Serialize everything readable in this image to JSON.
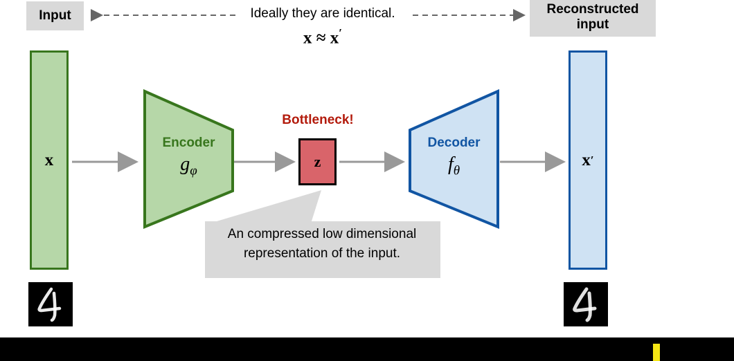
{
  "header": {
    "input_label": "Input",
    "reconstructed_label": "Reconstructed input",
    "ideal_text": "Ideally they are identical.",
    "formula_x": "x",
    "formula_approx": "≈",
    "formula_xprime": "x",
    "formula_prime_mark": "′"
  },
  "pipeline": {
    "input_bar": {
      "symbol": "x",
      "fill_color": "#b6d7a8",
      "border_color": "#38761d"
    },
    "output_bar": {
      "symbol": "x",
      "prime_mark": "′",
      "fill_color": "#cfe2f3",
      "border_color": "#1155a3"
    },
    "encoder": {
      "name": "Encoder",
      "symbol": "g",
      "subscript": "φ",
      "fill_color": "#b6d7a8",
      "border_color": "#38761d",
      "text_color": "#38761d"
    },
    "decoder": {
      "name": "Decoder",
      "symbol": "f",
      "subscript": "θ",
      "fill_color": "#cfe2f3",
      "border_color": "#1155a3",
      "text_color": "#1155a3"
    },
    "bottleneck": {
      "title": "Bottleneck!",
      "symbol": "z",
      "fill_color": "#d9646a",
      "border_color": "#000000",
      "title_color": "#b31b0c"
    },
    "arrow_color": "#999999"
  },
  "callout": {
    "line1": "An compressed low dimensional",
    "line2": "representation of the input.",
    "fill_color": "#d9d9d9"
  },
  "samples": {
    "input_digit": "4",
    "output_digit": "4",
    "background_color": "#000000",
    "stroke_color": "#ffffff"
  },
  "footer": {
    "bar_color": "#000000",
    "marker_color": "#f5e614"
  }
}
